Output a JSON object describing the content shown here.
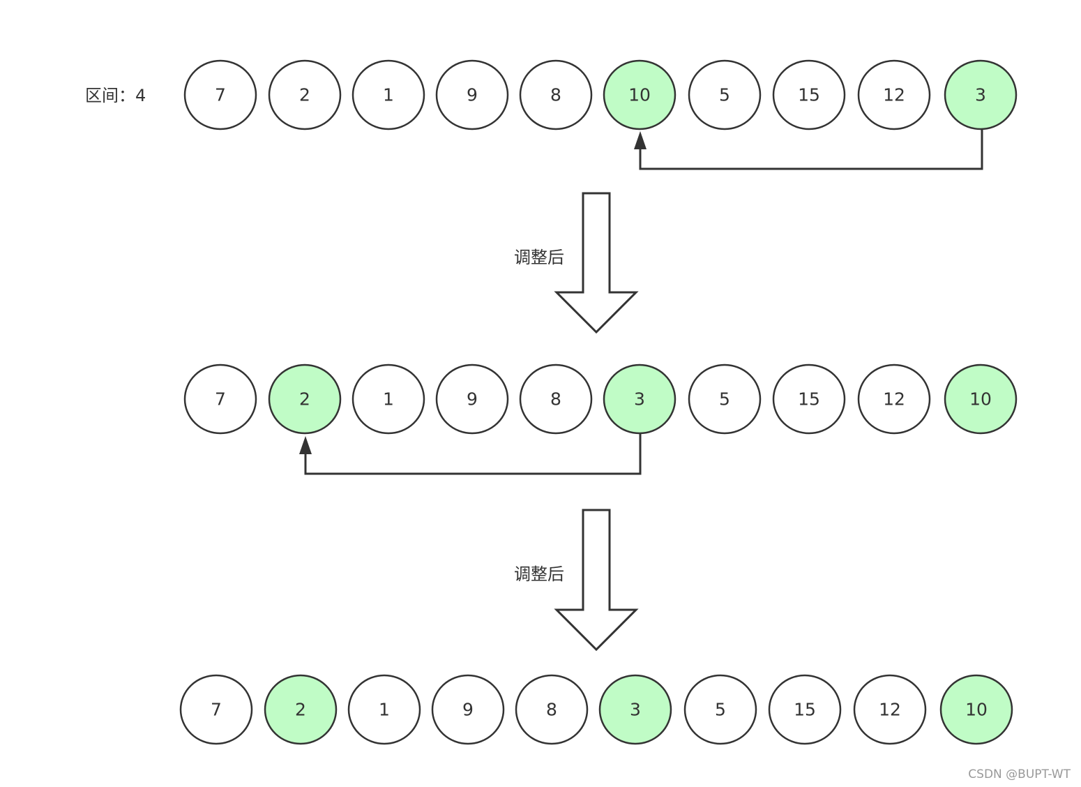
{
  "colors": {
    "highlight": "#c0fcc6",
    "plain": "#ffffff",
    "stroke": "#333333"
  },
  "row_label": "区间：4",
  "flow_label": "调整后",
  "watermark": "CSDN @BUPT-WT",
  "rows": [
    {
      "values": [
        "7",
        "2",
        "1",
        "9",
        "8",
        "10",
        "5",
        "15",
        "12",
        "3"
      ],
      "highlighted": [
        5,
        9
      ],
      "swap": {
        "from": 9,
        "to": 5
      }
    },
    {
      "values": [
        "7",
        "2",
        "1",
        "9",
        "8",
        "3",
        "5",
        "15",
        "12",
        "10"
      ],
      "highlighted": [
        1,
        5,
        9
      ],
      "swap": {
        "from": 5,
        "to": 1
      }
    },
    {
      "values": [
        "7",
        "2",
        "1",
        "9",
        "8",
        "3",
        "5",
        "15",
        "12",
        "10"
      ],
      "highlighted": [
        1,
        5,
        9
      ],
      "swap": null
    }
  ]
}
